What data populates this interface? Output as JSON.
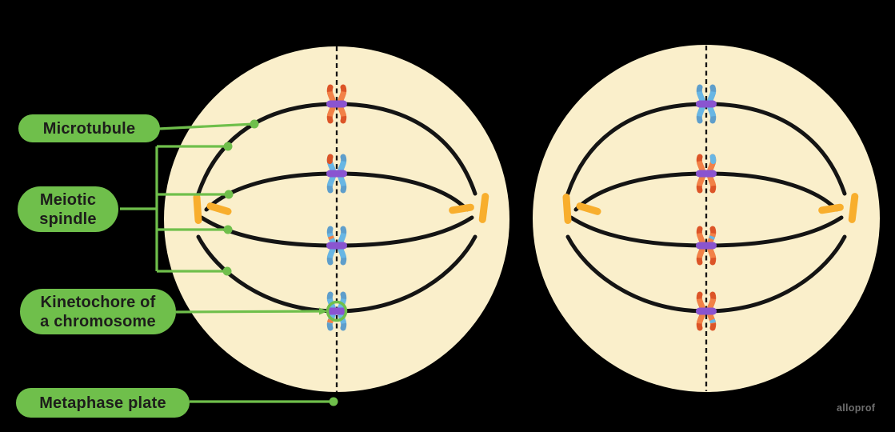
{
  "page": {
    "background": "#000000",
    "description": "Two cells in metaphase of meiosis with spindle apparatus and aligned chromosomes"
  },
  "labels": {
    "microtubule": {
      "text": "Microtubule"
    },
    "meiotic_spindle": {
      "line1": "Meiotic",
      "line2": "spindle"
    },
    "kinetochore": {
      "line1": "Kinetochore of",
      "line2": "a chromosome"
    },
    "metaphase_plate": {
      "text": "Metaphase plate"
    }
  },
  "watermark": {
    "text": "alloprof"
  },
  "cells": {
    "count": 2,
    "left": {
      "chromosome_colors_top_to_bottom": [
        "orange",
        "blue",
        "blue",
        "blue"
      ],
      "crossover_marks": [
        "none",
        "orange tip top-left",
        "orange band upper-left arm",
        "orange band lower-left arm"
      ]
    },
    "right": {
      "chromosome_colors_top_to_bottom": [
        "blue",
        "orange",
        "orange",
        "orange"
      ],
      "crossover_marks": [
        "none",
        "blue tip top-right",
        "blue band upper-right arm",
        "blue band lower-right arm"
      ]
    }
  },
  "colors": {
    "page_background": "#000000",
    "cell_fill": "#FAEFCB",
    "spindle_black": "#141414",
    "centriole_orange": "#F8AE2D",
    "chromosome_orange_body": "#F28147",
    "chromosome_orange_tip": "#DC5427",
    "chromosome_blue_body": "#68B6E4",
    "chromosome_blue_tip": "#5E9ECB",
    "centromere_purple": "#8A54D0",
    "annotation_green": "#6FBF4B",
    "label_pill": "#6FBF4B",
    "label_text": "#1D1D1B",
    "watermark_gray": "#6F6F6F"
  }
}
